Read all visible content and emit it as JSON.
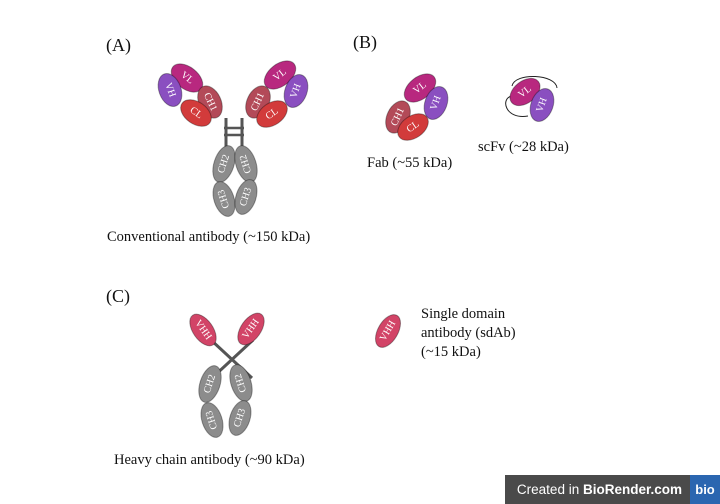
{
  "panels": {
    "a": "(A)",
    "b": "(B)",
    "c": "(C)"
  },
  "captions": {
    "conventional": "Conventional antibody (~150 kDa)",
    "fab": "Fab (~55 kDa)",
    "scfv": "scFv (~28 kDa)",
    "hcab": "Heavy chain antibody (~90 kDa)",
    "sdab_line1": "Single domain",
    "sdab_line2": "antibody (sdAb)",
    "sdab_line3": "(~15 kDa)"
  },
  "domains": {
    "vl": "VL",
    "vh": "VH",
    "ch1": "CH1",
    "cl": "CL",
    "ch2": "CH2",
    "ch3": "CH3",
    "vhh": "VHH"
  },
  "colors": {
    "vl": "#b8287f",
    "vh": "#8a4fc0",
    "ch1": "#b34a58",
    "cl": "#d23b3b",
    "constant": "#8c8c8c",
    "vhh": "#d24467",
    "linker": "#555555"
  },
  "footer": {
    "created_in": "Created in ",
    "brand": "BioRender.com",
    "logo": "bio"
  }
}
